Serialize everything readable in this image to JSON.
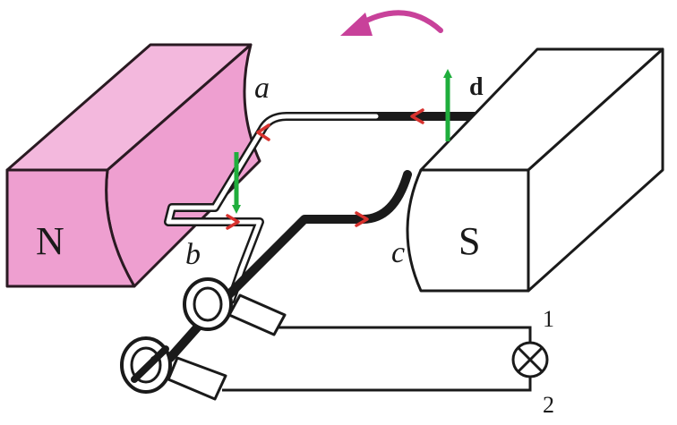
{
  "magnets": {
    "north_label": "N",
    "south_label": "S",
    "north_color": "#ee9fd0",
    "north_edge": "#2a1a22",
    "south_color": "#ffffff"
  },
  "coil": {
    "side_labels": {
      "a": "a",
      "b": "b",
      "c": "c",
      "d": "d"
    },
    "white_wire_color": "#ffffff",
    "black_wire_color": "#1a1a1a"
  },
  "arrows": {
    "current_color": "#d8322e",
    "force_color": "#1fae3c",
    "rotation_color": "#c8419a"
  },
  "circuit": {
    "terminal_labels": [
      "1",
      "2"
    ],
    "lamp_icon": "lamp-cross-icon"
  }
}
